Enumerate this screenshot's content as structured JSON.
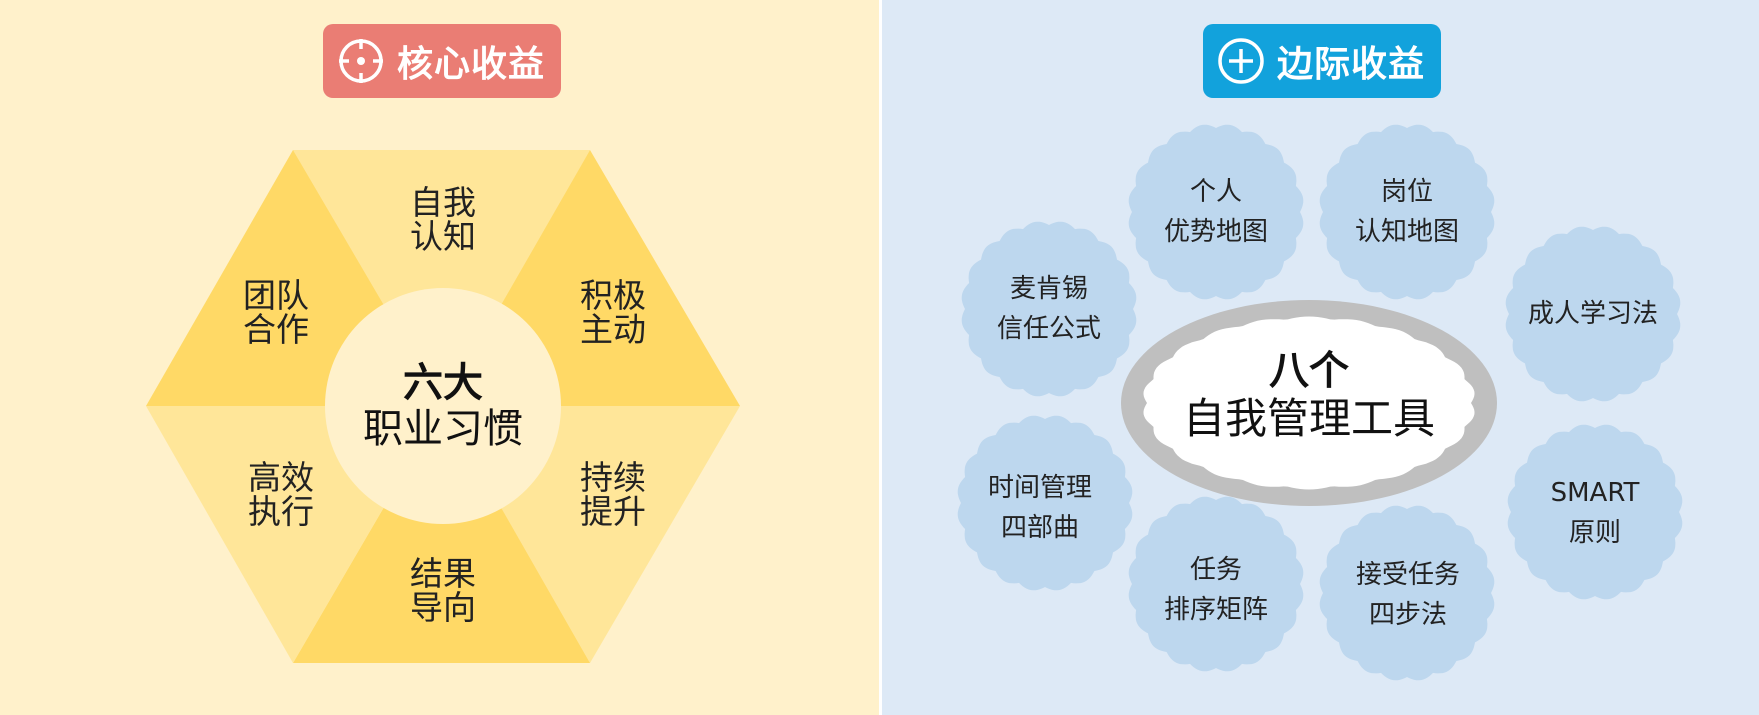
{
  "left": {
    "header": {
      "label": "核心收益",
      "icon": "crosshair-icon"
    },
    "center": {
      "line1": "六大",
      "line2": "职业习惯"
    },
    "segments": [
      {
        "line1": "自我",
        "line2": "认知"
      },
      {
        "line1": "积极",
        "line2": "主动"
      },
      {
        "line1": "持续",
        "line2": "提升"
      },
      {
        "line1": "结果",
        "line2": "导向"
      },
      {
        "line1": "高效",
        "line2": "执行"
      },
      {
        "line1": "团队",
        "line2": "合作"
      }
    ]
  },
  "right": {
    "header": {
      "label": "边际收益",
      "icon": "plus-circle-icon"
    },
    "center": {
      "line1": "八个",
      "line2": "自我管理工具"
    },
    "tools": [
      {
        "line1": "个人",
        "line2": "优势地图"
      },
      {
        "line1": "岗位",
        "line2": "认知地图"
      },
      {
        "line1": "成人学习法",
        "line2": ""
      },
      {
        "line1": "SMART",
        "line2": "原则"
      },
      {
        "line1": "接受任务",
        "line2": "四步法"
      },
      {
        "line1": "任务",
        "line2": "排序矩阵"
      },
      {
        "line1": "时间管理",
        "line2": "四部曲"
      },
      {
        "line1": "麦肯锡",
        "line2": "信任公式"
      }
    ]
  },
  "colors": {
    "left_bg": "#FFF1CB",
    "right_bg": "#DDE9F6",
    "core_tag": "#EA7D74",
    "marginal_tag": "#12A2DC",
    "triangle_dark": "#FFD966",
    "triangle_light": "#FFE699",
    "bubble": "#BDD7EE",
    "center_ring": "#BFBFBF"
  }
}
